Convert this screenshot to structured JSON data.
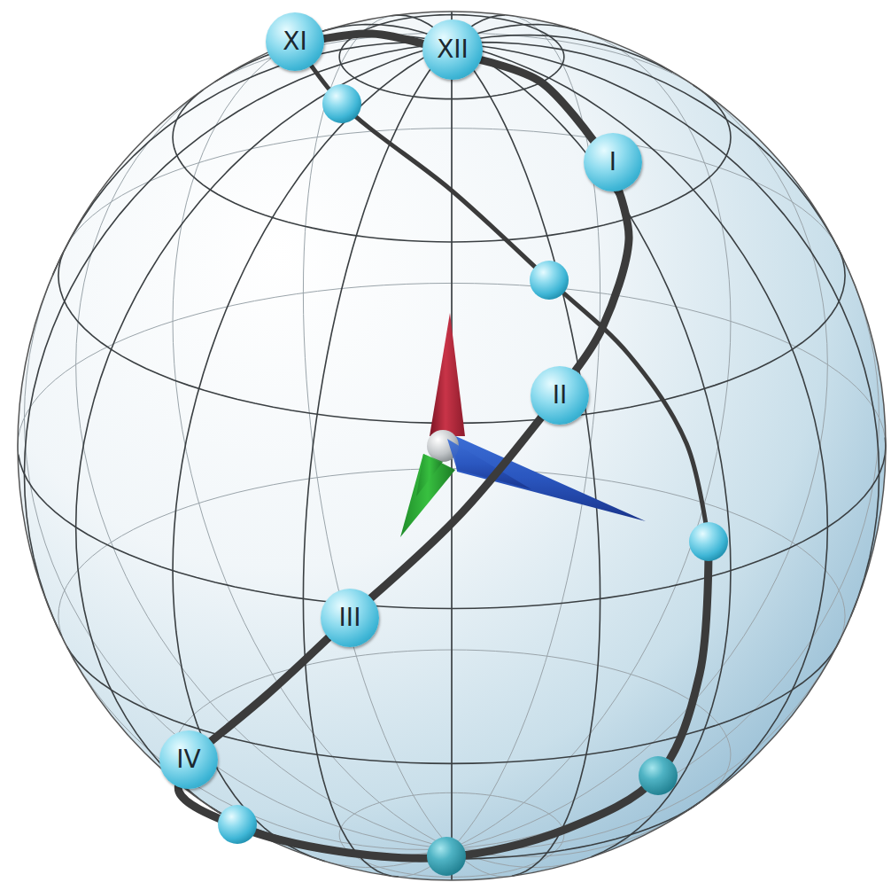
{
  "diagram": {
    "nodes": [
      {
        "text": [
          "XI"
        ]
      },
      {
        "text": [
          "XII"
        ]
      },
      {
        "text": [
          "I"
        ]
      },
      {
        "text": [
          "II"
        ]
      },
      {
        "text": [
          "III"
        ]
      },
      {
        "text": [
          "IV"
        ]
      }
    ],
    "edges": [
      {
        "from": 0,
        "to": 1,
        "arrow": "none"
      },
      {
        "from": 1,
        "to": 2,
        "arrow": "none"
      },
      {
        "from": 2,
        "to": 3,
        "arrow": "none"
      },
      {
        "from": 3,
        "to": 4,
        "arrow": "none"
      },
      {
        "from": 4,
        "to": 5,
        "arrow": "none"
      }
    ]
  }
}
